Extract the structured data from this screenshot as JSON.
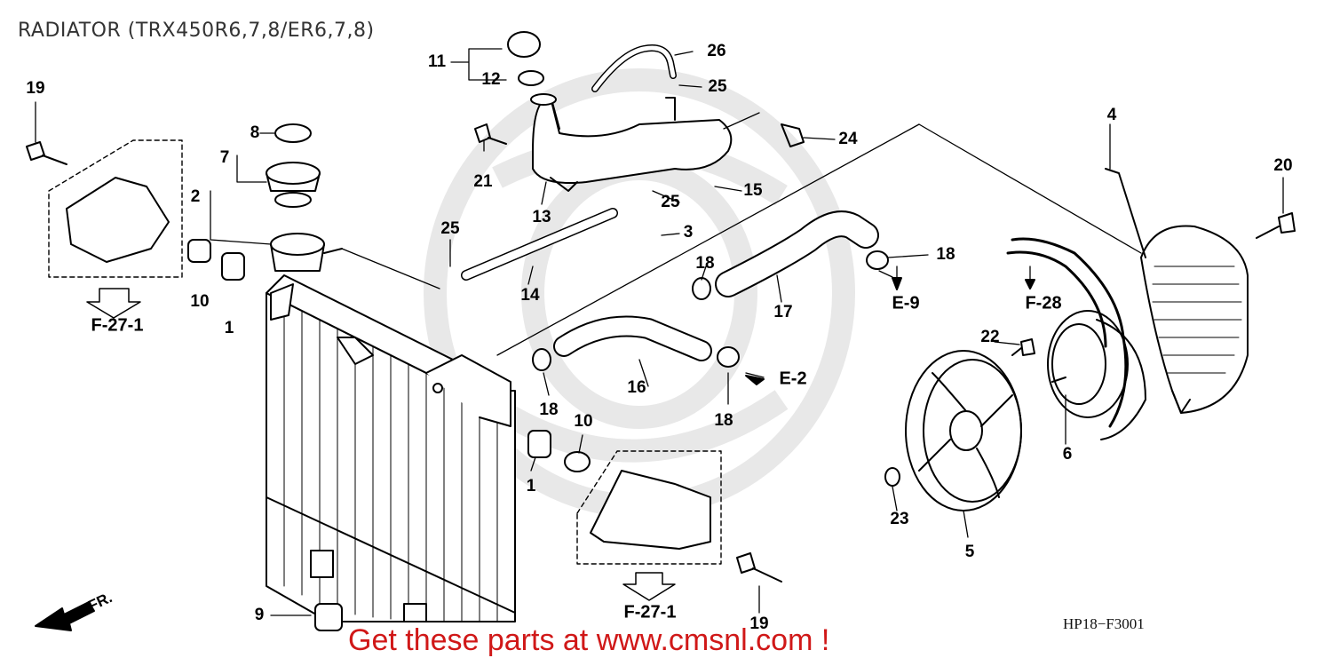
{
  "title": "RADIATOR (TRX450R6,7,8/ER6,7,8)",
  "footer": "Get these parts at www.cmsnl.com !",
  "diagram_code": "HP18−F3001",
  "part_labels": {
    "p1a": "1",
    "p1b": "1",
    "p2": "2",
    "p3": "3",
    "p4": "4",
    "p5": "5",
    "p6": "6",
    "p7": "7",
    "p8": "8",
    "p9": "9",
    "p10a": "10",
    "p10b": "10",
    "p11": "11",
    "p12": "12",
    "p13": "13",
    "p14": "14",
    "p15": "15",
    "p16": "16",
    "p17": "17",
    "p18a": "18",
    "p18b": "18",
    "p18c": "18",
    "p18d": "18",
    "p19a": "19",
    "p19b": "19",
    "p20": "20",
    "p21": "21",
    "p22": "22",
    "p23": "23",
    "p24": "24",
    "p25a": "25",
    "p25b": "25",
    "p25c": "25",
    "p26": "26"
  },
  "references": {
    "f271a": "F-27-1",
    "f271b": "F-27-1",
    "f28": "F-28",
    "e9": "E-9",
    "e2": "E-2",
    "fr": "FR."
  },
  "colors": {
    "ink": "#000000",
    "footer": "#d01818",
    "watermark": "#e6e6e6"
  }
}
